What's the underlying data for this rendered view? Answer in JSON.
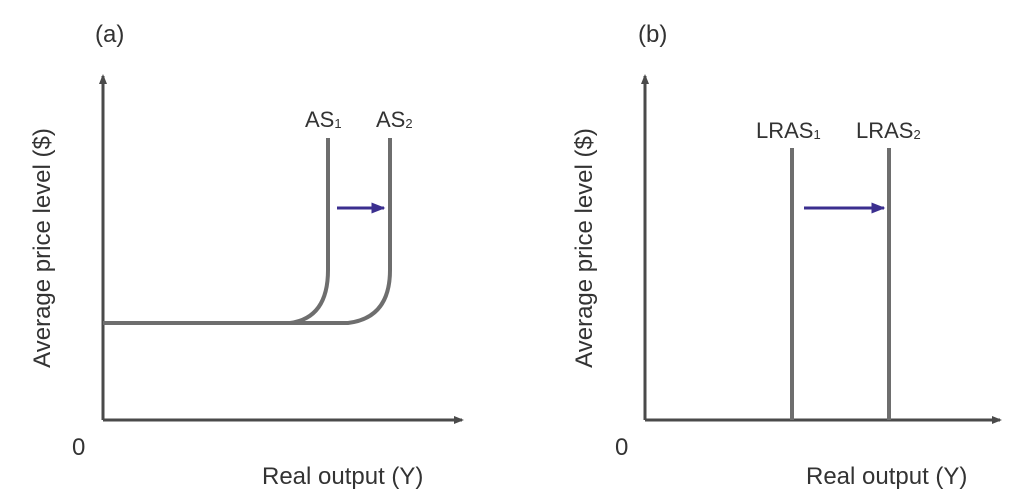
{
  "panels": [
    {
      "label": "(a)",
      "origin": "0",
      "y_axis_label": "Average price level ($)",
      "x_axis_label": "Real output (Y)",
      "curves": [
        {
          "main": "AS",
          "sub": "1"
        },
        {
          "main": "AS",
          "sub": "2"
        }
      ]
    },
    {
      "label": "(b)",
      "origin": "0",
      "y_axis_label": "Average price level ($)",
      "x_axis_label": "Real output (Y)",
      "curves": [
        {
          "main": "LRAS",
          "sub": "1"
        },
        {
          "main": "LRAS",
          "sub": "2"
        }
      ]
    }
  ],
  "colors": {
    "axis": "#4a4a4a",
    "curve": "#6e6e6e",
    "shift_arrow": "#3b2f8f",
    "text": "#333333"
  }
}
